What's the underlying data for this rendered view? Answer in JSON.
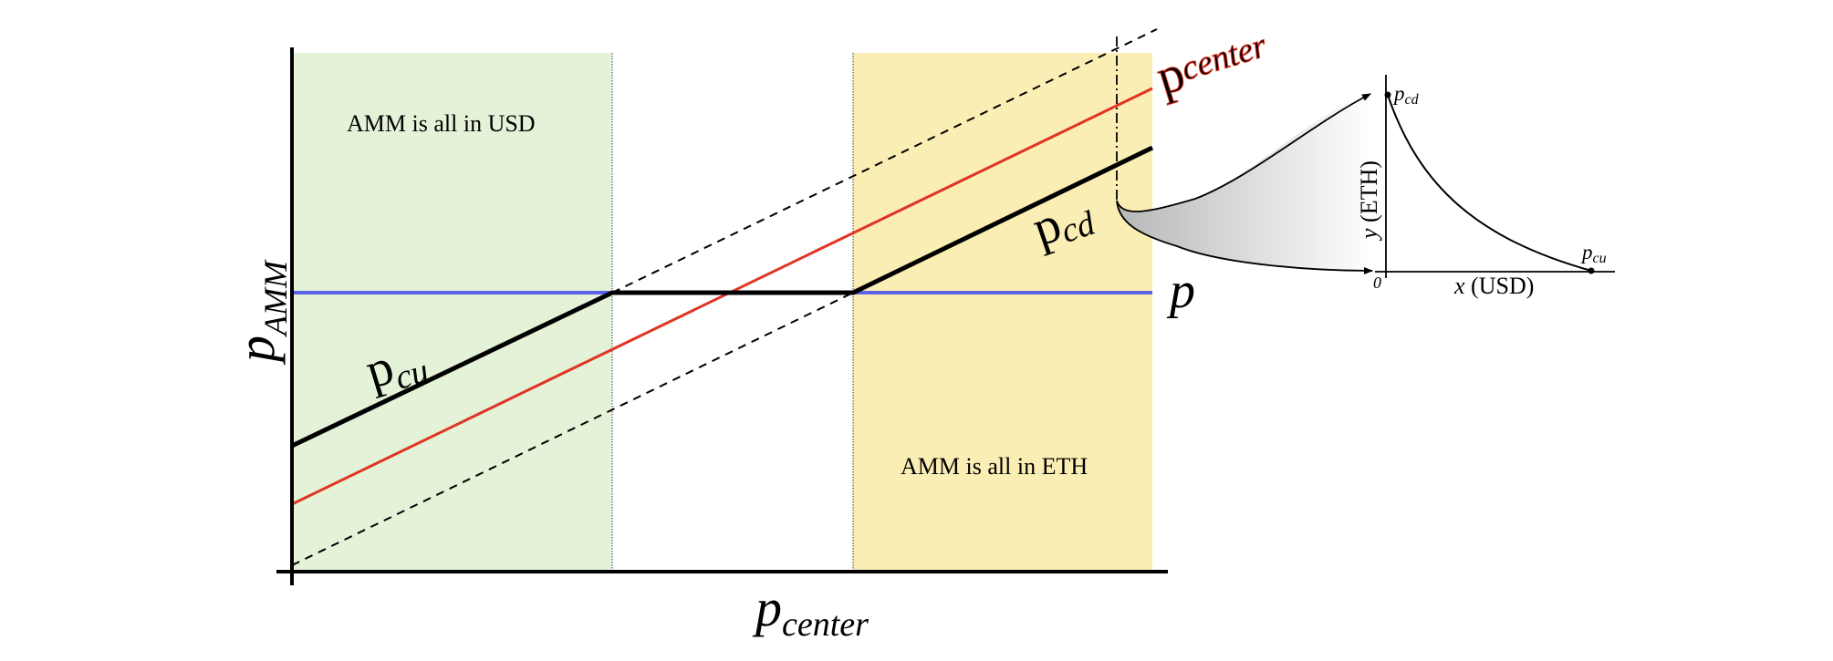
{
  "regions": {
    "left": {
      "text": "AMM is all in USD",
      "color": "#e4f2d8"
    },
    "right": {
      "text": "AMM is all in ETH",
      "color": "#fbeeb4"
    }
  },
  "axes": {
    "y": {
      "base": "p",
      "sub": "AMM"
    },
    "x": {
      "base": "p",
      "sub": "center"
    }
  },
  "line_labels": {
    "center": {
      "base": "p",
      "sub": "center"
    },
    "p": {
      "base": "p"
    },
    "pcu": {
      "base": "p",
      "sub": "cu"
    },
    "pcd": {
      "base": "p",
      "sub": "cd"
    }
  },
  "colors": {
    "price_line": "#5b63e8",
    "amm_line": "#000000",
    "mid_line": "#e03424",
    "dashed_bounds": "#000000"
  },
  "inset": {
    "ylabel": {
      "var": "y",
      "unit": "(ETH)"
    },
    "xlabel": {
      "var": "x",
      "unit": "(USD)"
    },
    "origin": "0",
    "top_point": {
      "base": "p",
      "sub": "cd"
    },
    "bottom_point": {
      "base": "p",
      "sub": "cu"
    }
  }
}
